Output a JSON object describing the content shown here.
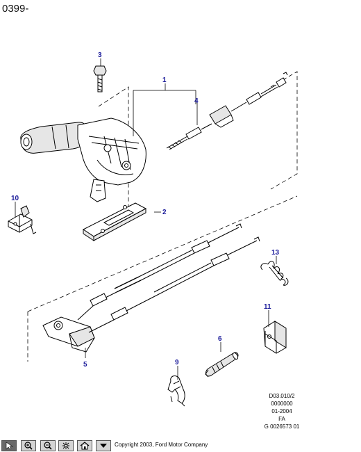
{
  "page": {
    "title": "0399-"
  },
  "diagram": {
    "callouts": [
      "1",
      "2",
      "3",
      "4",
      "5",
      "6",
      "9",
      "10",
      "11",
      "13"
    ],
    "reference_lines": [
      "D03.010/2",
      "0000000",
      "01-2004",
      "FA",
      "G 0026573 01"
    ]
  },
  "toolbar": {
    "buttons": [
      {
        "icon": "select-arrow-icon"
      },
      {
        "icon": "zoom-in-icon"
      },
      {
        "icon": "zoom-out-icon"
      },
      {
        "icon": "fit-window-icon"
      },
      {
        "icon": "home-icon"
      },
      {
        "icon": "dropdown-arrow-icon"
      }
    ],
    "copyright": "Copyright 2003, Ford Motor Company"
  },
  "colors": {
    "callout": "#1a1a9a",
    "line": "#000000",
    "button_bg": "#d4d4d4"
  }
}
